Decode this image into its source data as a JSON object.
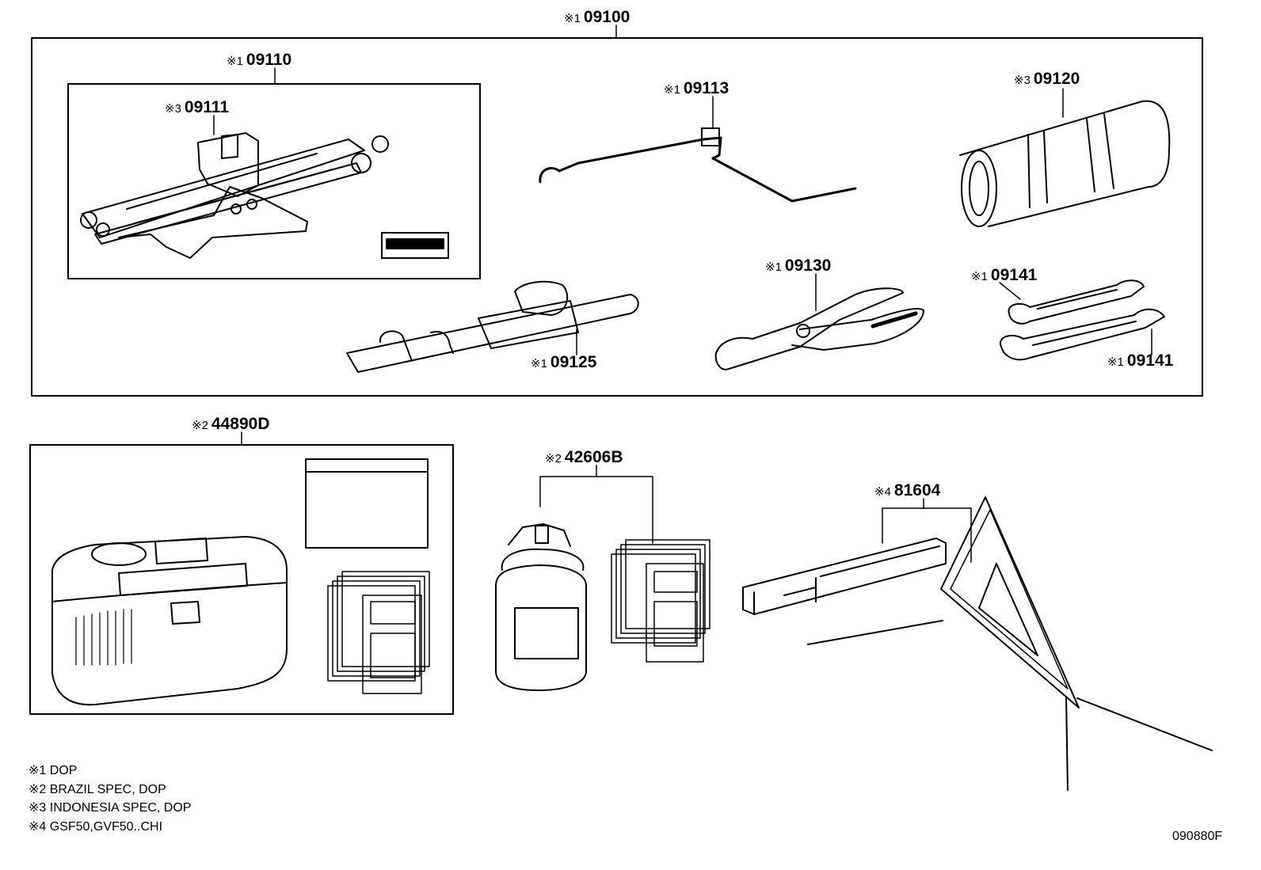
{
  "callouts": {
    "c09100": {
      "mark": "※1",
      "code": "09100"
    },
    "c09110": {
      "mark": "※1",
      "code": "09110"
    },
    "c09111": {
      "mark": "※3",
      "code": "09111"
    },
    "c09113": {
      "mark": "※1",
      "code": "09113"
    },
    "c09120": {
      "mark": "※3",
      "code": "09120"
    },
    "c09130": {
      "mark": "※1",
      "code": "09130"
    },
    "c09141a": {
      "mark": "※1",
      "code": "09141"
    },
    "c09141b": {
      "mark": "※1",
      "code": "09141"
    },
    "c09125": {
      "mark": "※1",
      "code": "09125"
    },
    "c44890D": {
      "mark": "※2",
      "code": "44890D"
    },
    "c42606B": {
      "mark": "※2",
      "code": "42606B"
    },
    "c81604": {
      "mark": "※4",
      "code": "81604"
    }
  },
  "legend": [
    "※1 DOP",
    "※2 BRAZIL SPEC, DOP",
    "※3 INDONESIA SPEC, DOP",
    "※4 GSF50,GVF50..CHI"
  ],
  "diagram_code": "090880F"
}
